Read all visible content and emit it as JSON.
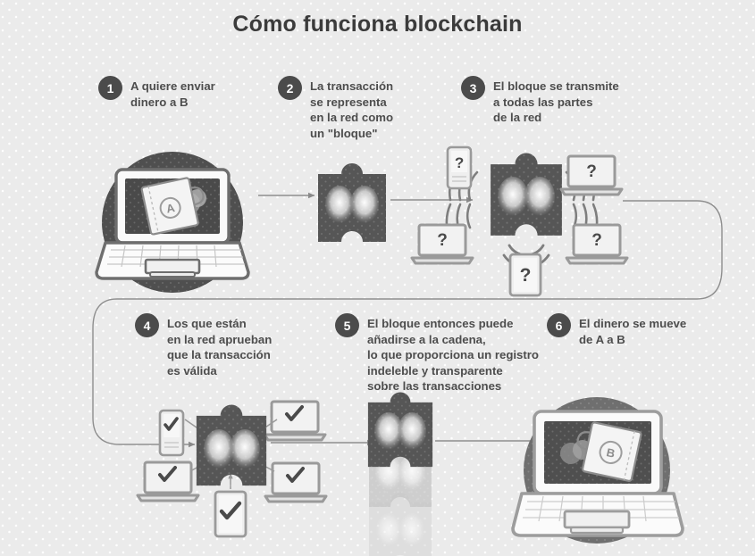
{
  "page": {
    "title": "Cómo funciona blockchain",
    "background_color": "#ebebeb",
    "ink_color": "#4d4d4d",
    "badge_color": "#4b4b4b"
  },
  "steps": [
    {
      "number": "1",
      "text": "A quiere enviar\ndinero a B"
    },
    {
      "number": "2",
      "text": "La transacción\nse representa\nen la red como\nun \"bloque\""
    },
    {
      "number": "3",
      "text": "El bloque se transmite\na todas las partes\nde la red"
    },
    {
      "number": "4",
      "text": "Los que están\nen la red aprueban\nque la transacción\nes válida"
    },
    {
      "number": "5",
      "text": "El bloque entonces puede\nañadirse a la cadena,\nlo que proporciona un registro\nindeleble y transparente\nsobre las transacciones"
    },
    {
      "number": "6",
      "text": "El dinero se mueve\nde A a B"
    }
  ],
  "illustrations": {
    "laptop_sender": {
      "name": "laptop-with-wallet-a",
      "card_letter": "A"
    },
    "laptop_receiver": {
      "name": "laptop-with-wallet-b",
      "card_letter": "B"
    },
    "block": {
      "name": "puzzle-block"
    },
    "broadcast_devices": [
      {
        "name": "phone",
        "glyph": "?"
      },
      {
        "name": "laptop",
        "glyph": "?"
      },
      {
        "name": "laptop",
        "glyph": "?"
      },
      {
        "name": "laptop",
        "glyph": "?"
      },
      {
        "name": "tablet",
        "glyph": "?"
      }
    ],
    "approval_devices": [
      {
        "name": "phone",
        "glyph": "✔"
      },
      {
        "name": "laptop",
        "glyph": "✔"
      },
      {
        "name": "laptop",
        "glyph": "✔"
      },
      {
        "name": "laptop",
        "glyph": "✔"
      },
      {
        "name": "tablet",
        "glyph": "✔"
      }
    ],
    "chain": {
      "name": "block-chain-stack",
      "block_count": 3
    }
  }
}
